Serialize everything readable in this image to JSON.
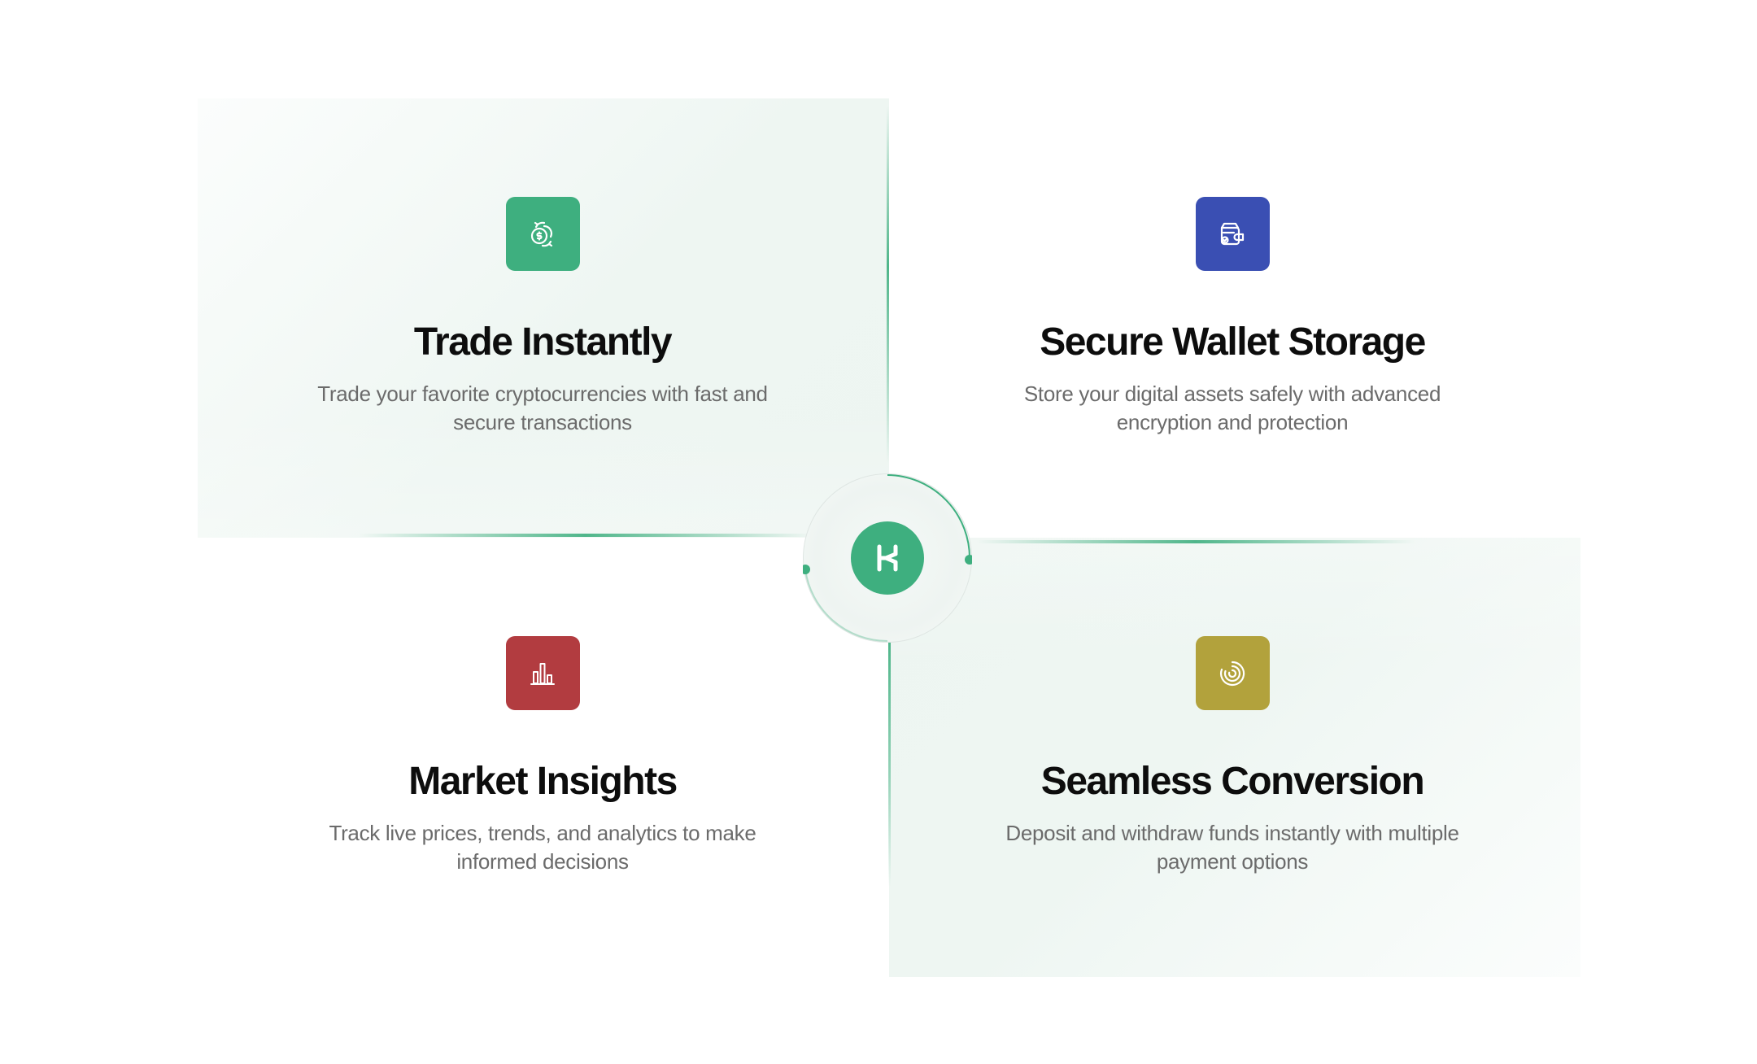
{
  "features": [
    {
      "title": "Trade Instantly",
      "description": "Trade your favorite cryptocurrencies with fast and secure transactions",
      "icon": "coin-exchange-icon",
      "color": "#3eaf7f"
    },
    {
      "title": "Secure Wallet Storage",
      "description": "Store your digital assets safely with advanced encryption and protection",
      "icon": "wallet-icon",
      "color": "#3a4fb3"
    },
    {
      "title": "Market Insights",
      "description": "Track live prices, trends, and analytics to make informed decisions",
      "icon": "bar-chart-icon",
      "color": "#b23c40"
    },
    {
      "title": "Seamless Conversion",
      "description": "Deposit and withdraw funds instantly with multiple payment options",
      "icon": "spiral-convert-icon",
      "color": "#b2a23c"
    }
  ],
  "hub": {
    "logo": "brand-logo-icon",
    "color": "#3eaf7f"
  }
}
